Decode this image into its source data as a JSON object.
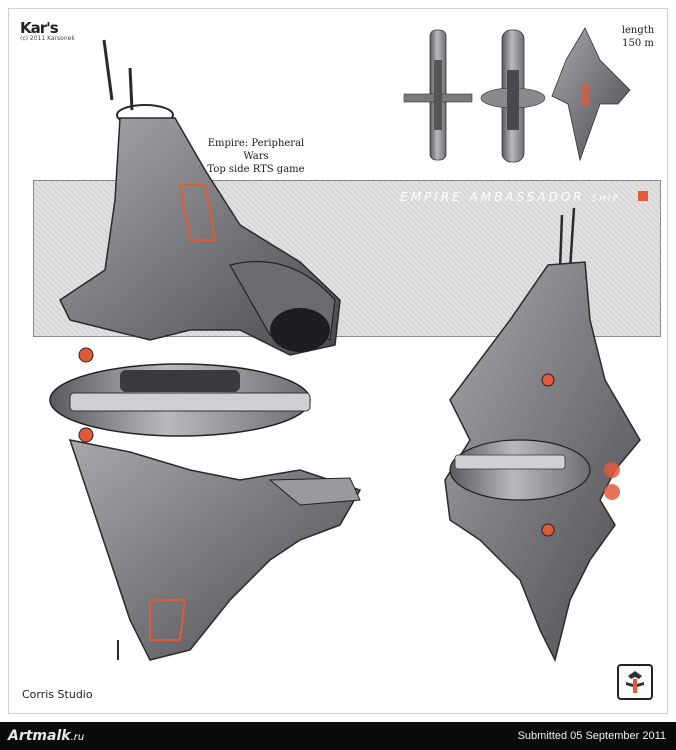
{
  "header": {
    "logo_text": "Kar's",
    "logo_subtext": "(c) 2011 Karsonek"
  },
  "sheet": {
    "game_title_line1": "Empire: Peripheral Wars",
    "game_title_line2": "Top side RTS game",
    "length_label": "length",
    "length_value": "150 m",
    "banner_title": "EMPIRE AMBASSADOR",
    "banner_title_suffix": "SHIP",
    "studio": "Corris Studio"
  },
  "footer": {
    "site_logo": "Artmalk",
    "site_logo_tld": ".ru",
    "submitted": "Submitted 05 September 2011"
  },
  "colors": {
    "accent": "#e25a3a",
    "hull": "#8e8e92",
    "hull_dark": "#3c3c40",
    "footer_bg": "#0a0a0a"
  }
}
